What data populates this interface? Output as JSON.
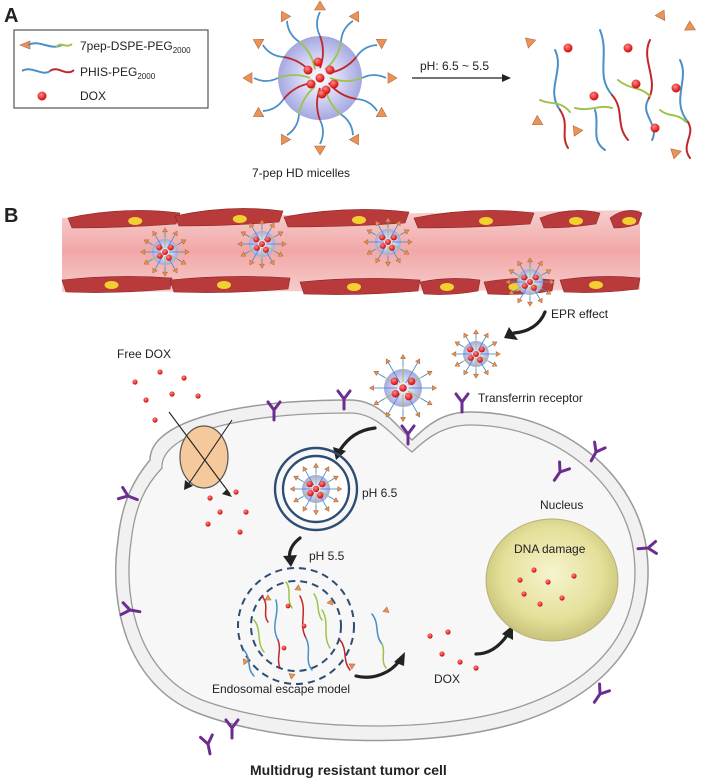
{
  "panel_a": {
    "label": "A",
    "legend": {
      "item1": {
        "main": "7pep-DSPE-PEG",
        "sub": "2000"
      },
      "item2": {
        "main": "PHIS-PEG",
        "sub": "2000"
      },
      "item3": {
        "main": "DOX"
      }
    },
    "micelle_label": "7-pep HD micelles",
    "ph_arrow_label": "pH: 6.5 ~ 5.5"
  },
  "panel_b": {
    "label": "B",
    "epr_label": "EPR effect",
    "free_dox_label": "Free DOX",
    "transferrin_label": "Transferrin receptor",
    "ph65_label": "pH 6.5",
    "ph55_label": "pH 5.5",
    "nucleus_label": "Nucleus",
    "dna_label": "DNA damage",
    "endosomal_label": "Endosomal escape model",
    "dox_label": "DOX",
    "cell_title": "Multidrug resistant tumor cell"
  },
  "colors": {
    "green_chain": "#9dc34a",
    "blue_chain": "#4a90c8",
    "red_chain": "#c0272d",
    "peptide": "#e9935a",
    "dox": "#e02020",
    "vessel": "#f3b3b3",
    "endothelial": "#b93a3a",
    "receptor": "#6b2d8f",
    "nucleus": "#e7e3a2",
    "pump": "#f6c99c"
  }
}
